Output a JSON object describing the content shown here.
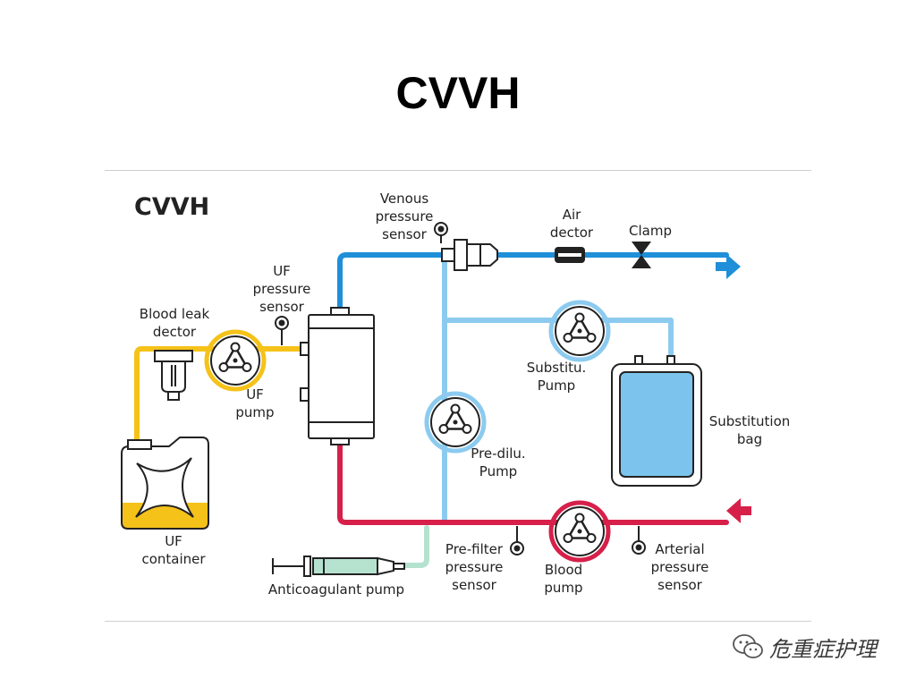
{
  "slide": {
    "title": "CVVH"
  },
  "diagram": {
    "title": "CVVH",
    "colors": {
      "venous_line": "#1e8fd8",
      "arterial_line": "#d6204a",
      "substitution_line": "#8ccbef",
      "ultrafiltrate_line": "#f5c21a",
      "anticoagulant_line": "#b5e1cf",
      "substitution_bag_fill": "#7cc4ee"
    },
    "labels": {
      "venous_pressure_sensor": [
        "Venous",
        "pressure",
        "sensor"
      ],
      "air_detector": [
        "Air",
        "dector"
      ],
      "clamp": "Clamp",
      "uf_pressure_sensor": [
        "UF",
        "pressure",
        "sensor"
      ],
      "blood_leak_detector": [
        "Blood leak",
        "dector"
      ],
      "uf_pump": [
        "UF",
        "pump"
      ],
      "substitution_pump": [
        "Substitu.",
        "Pump"
      ],
      "substitution_bag": [
        "Substitution",
        "bag"
      ],
      "pre_dilution_pump": [
        "Pre-dilu.",
        "Pump"
      ],
      "uf_container": [
        "UF",
        "container"
      ],
      "anticoagulant_pump": "Anticoagulant pump",
      "pre_filter_pressure_sensor": [
        "Pre-filter",
        "pressure",
        "sensor"
      ],
      "blood_pump": [
        "Blood",
        "pump"
      ],
      "arterial_pressure_sensor": [
        "Arterial",
        "pressure",
        "sensor"
      ]
    }
  },
  "watermark": {
    "text": "危重症护理",
    "icon": "wechat-icon"
  }
}
